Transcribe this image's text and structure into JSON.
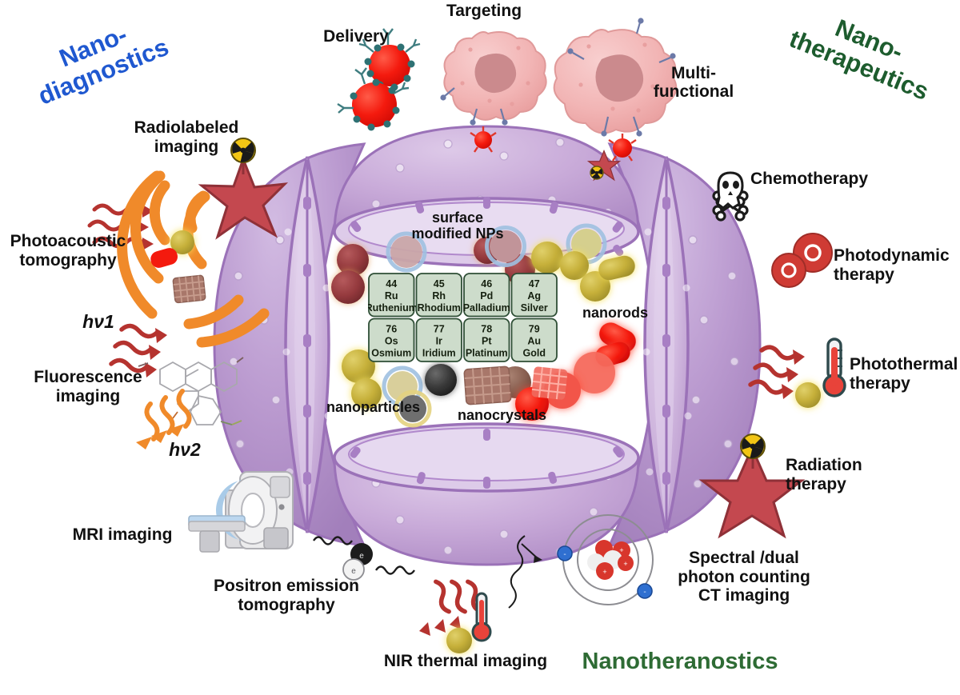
{
  "figure": {
    "title_absent": true,
    "corner_headings": [
      {
        "name": "nanodiagnostics",
        "text": "Nano-\ndiagnostics",
        "color": "#1f58d0",
        "position": "top-left",
        "rotation": -22
      },
      {
        "name": "nanotherapeutics",
        "text": "Nano-\ntherapeutics",
        "color": "#1d5c2e",
        "position": "top-right",
        "rotation": 22
      },
      {
        "name": "nanotheranostics",
        "text": "Nanotheranostics",
        "color": "#2e6b34",
        "position": "bottom-center",
        "rotation": 0
      }
    ]
  },
  "top_labels": {
    "delivery": "Delivery",
    "targeting": "Targeting",
    "multifunctional": "Multi-\nfunctional"
  },
  "left_labels": {
    "radiolabeled": "Radiolabeled\nimaging",
    "photoacoustic": "Photoacoustic\ntomography",
    "hv1": "hν1",
    "fluorescence": "Fluorescence\nimaging",
    "hv2": "hν2",
    "mri": "MRI imaging",
    "pet": "Positron emission\ntomography"
  },
  "right_labels": {
    "chemotherapy": "Chemotherapy",
    "photodynamic": "Photodynamic\ntherapy",
    "photothermal": "Photothermal\ntherapy",
    "radiation": "Radiation\ntherapy"
  },
  "bottom_labels": {
    "nir": "NIR thermal imaging",
    "ct": "Spectral /dual\nphoton counting\nCT imaging"
  },
  "core_labels": {
    "surface_modified": "surface\nmodified NPs",
    "nanorods": "nanorods",
    "nanoparticles": "nanoparticles",
    "nanocrystals": "nanocrystals"
  },
  "periodic_table": {
    "rows": [
      [
        {
          "number": "44",
          "symbol": "Ru",
          "name": "Ruthenium"
        },
        {
          "number": "45",
          "symbol": "Rh",
          "name": "Rhodium"
        },
        {
          "number": "46",
          "symbol": "Pd",
          "name": "Palladium"
        },
        {
          "number": "47",
          "symbol": "Ag",
          "name": "Silver"
        }
      ],
      [
        {
          "number": "76",
          "symbol": "Os",
          "name": "Osmium"
        },
        {
          "number": "77",
          "symbol": "Ir",
          "name": "Iridium"
        },
        {
          "number": "78",
          "symbol": "Pt",
          "name": "Platinum"
        },
        {
          "number": "79",
          "symbol": "Au",
          "name": "Gold"
        }
      ]
    ],
    "cell_fill": "#cddccb",
    "cell_stroke": "#2f4f36"
  },
  "colors": {
    "sphere_light": "#d9c5e4",
    "sphere_mid": "#c6aad6",
    "sphere_dark": "#b294c9",
    "sphere_stroke": "#9b72b8",
    "red_np": "#f41a0e",
    "dark_red_np": "#9e3b3f",
    "gold_np": "#c9b23c",
    "orange_wave": "#f08a2a",
    "red_wave": "#b5332f",
    "cell_pink": "#f3b6b6",
    "radio_yellow": "#f2c514",
    "star_red": "#c4484f",
    "electron_blue": "#2f6fd0"
  }
}
